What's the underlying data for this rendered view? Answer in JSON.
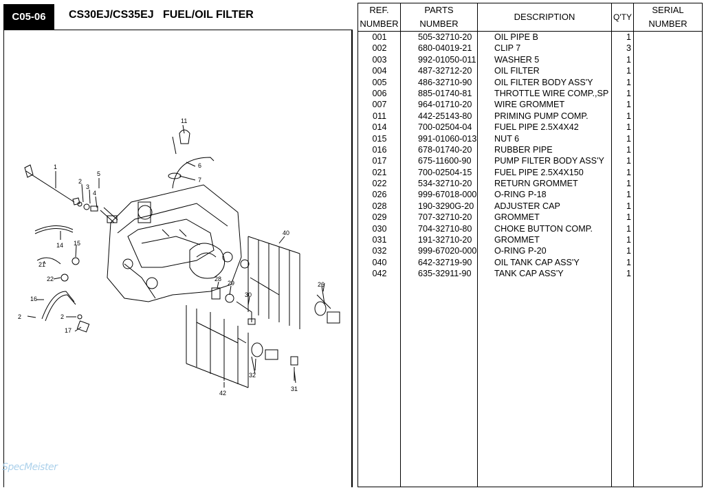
{
  "header": {
    "code": "C05-06",
    "title": "CS30EJ/CS35EJ   FUEL/OIL FILTER"
  },
  "table": {
    "headers": {
      "ref_line1": "REF.",
      "ref_line2": "NUMBER",
      "parts_line1": "PARTS",
      "parts_line2": "NUMBER",
      "description": "DESCRIPTION",
      "qty": "Q'TY",
      "serial_line1": "SERIAL",
      "serial_line2": "NUMBER"
    },
    "rows": [
      {
        "ref": "001",
        "part": "505-32710-20",
        "desc": "OIL PIPE B",
        "qty": "1"
      },
      {
        "ref": "002",
        "part": "680-04019-21",
        "desc": "CLIP 7",
        "qty": "3"
      },
      {
        "ref": "003",
        "part": "992-01050-011",
        "desc": "WASHER 5",
        "qty": "1"
      },
      {
        "ref": "004",
        "part": "487-32712-20",
        "desc": "OIL FILTER",
        "qty": "1"
      },
      {
        "ref": "005",
        "part": "486-32710-90",
        "desc": "OIL FILTER BODY ASS'Y",
        "qty": "1"
      },
      {
        "ref": "006",
        "part": "885-01740-81",
        "desc": "THROTTLE WIRE COMP.,SP",
        "qty": "1"
      },
      {
        "ref": "007",
        "part": "964-01710-20",
        "desc": "WIRE GROMMET",
        "qty": "1"
      },
      {
        "ref": "011",
        "part": "442-25143-80",
        "desc": "PRIMING PUMP COMP.",
        "qty": "1"
      },
      {
        "ref": "014",
        "part": "700-02504-04",
        "desc": "FUEL PIPE 2.5X4X42",
        "qty": "1"
      },
      {
        "ref": "015",
        "part": "991-01060-013",
        "desc": "NUT 6",
        "qty": "1"
      },
      {
        "ref": "016",
        "part": "678-01740-20",
        "desc": "RUBBER PIPE",
        "qty": "1"
      },
      {
        "ref": "017",
        "part": "675-11600-90",
        "desc": "PUMP FILTER BODY ASS'Y",
        "qty": "1"
      },
      {
        "ref": "021",
        "part": "700-02504-15",
        "desc": "FUEL PIPE 2.5X4X150",
        "qty": "1"
      },
      {
        "ref": "022",
        "part": "534-32710-20",
        "desc": "RETURN GROMMET",
        "qty": "1"
      },
      {
        "ref": "026",
        "part": "999-67018-000",
        "desc": "O-RING P-18",
        "qty": "1"
      },
      {
        "ref": "028",
        "part": "190-3290G-20",
        "desc": "ADJUSTER CAP",
        "qty": "1"
      },
      {
        "ref": "029",
        "part": "707-32710-20",
        "desc": "GROMMET",
        "qty": "1"
      },
      {
        "ref": "030",
        "part": "704-32710-80",
        "desc": "CHOKE BUTTON COMP.",
        "qty": "1"
      },
      {
        "ref": "031",
        "part": "191-32710-20",
        "desc": "GROMMET",
        "qty": "1"
      },
      {
        "ref": "032",
        "part": "999-67020-000",
        "desc": "O-RING P-20",
        "qty": "1"
      },
      {
        "ref": "040",
        "part": "642-32719-90",
        "desc": "OIL TANK CAP ASS'Y",
        "qty": "1"
      },
      {
        "ref": "042",
        "part": "635-32911-90",
        "desc": "TANK CAP ASS'Y",
        "qty": "1"
      }
    ]
  },
  "diagram": {
    "callouts": [
      "11",
      "6",
      "7",
      "1",
      "5",
      "2",
      "3",
      "4",
      "40",
      "14",
      "15",
      "21",
      "22",
      "16",
      "2",
      "2",
      "17",
      "28",
      "29",
      "30",
      "26",
      "32",
      "31",
      "42"
    ]
  },
  "watermark": "SpecMeister"
}
